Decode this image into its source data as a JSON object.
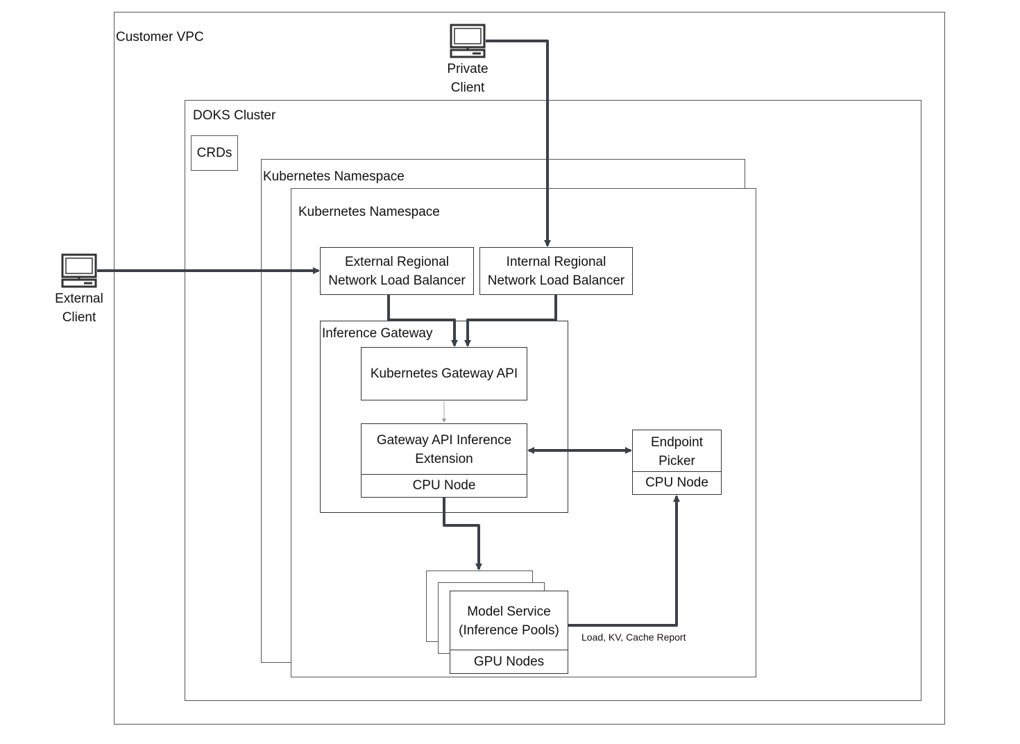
{
  "customer_vpc": {
    "label": "Customer VPC"
  },
  "doks_cluster": {
    "label": "DOKS Cluster"
  },
  "crds": {
    "label": "CRDs"
  },
  "namespace_back": {
    "label": "Kubernetes Namespace"
  },
  "namespace_front": {
    "label": "Kubernetes Namespace"
  },
  "private_client": {
    "line1": "Private",
    "line2": "Client",
    "icon": "monitor-icon"
  },
  "external_client": {
    "line1": "External",
    "line2": "Client",
    "icon": "monitor-icon"
  },
  "external_lb": {
    "line1": "External Regional",
    "line2": "Network Load Balancer"
  },
  "internal_lb": {
    "line1": "Internal Regional",
    "line2": "Network Load Balancer"
  },
  "inference_gateway": {
    "label": "Inference Gateway"
  },
  "gateway_api": {
    "label": "Kubernetes Gateway API"
  },
  "inference_extension": {
    "line1": "Gateway API Inference",
    "line2": "Extension",
    "node": "CPU Node"
  },
  "endpoint_picker": {
    "line1": "Endpoint",
    "line2": "Picker",
    "node": "CPU Node"
  },
  "model_service": {
    "line1": "Model Service",
    "line2": "(Inference Pools)",
    "node": "GPU Nodes"
  },
  "edge_labels": {
    "load_report": "Load, KV, Cache Report"
  },
  "colors": {
    "line": "#3b4149",
    "border": "#333333"
  }
}
